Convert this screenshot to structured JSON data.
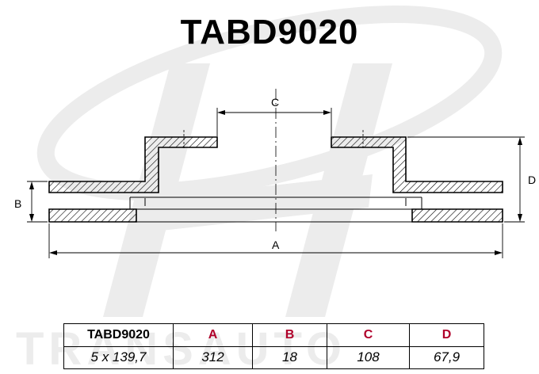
{
  "title": "TABD9020",
  "dimension_labels": {
    "a": "A",
    "b": "B",
    "c": "C",
    "d": "D"
  },
  "table": {
    "header": [
      "TABD9020",
      "A",
      "B",
      "C",
      "D"
    ],
    "values": [
      "5 x 139,7",
      "312",
      "18",
      "108",
      "67,9"
    ]
  },
  "watermark_text": "TRANSAUTO",
  "colors": {
    "header_accent": "#b0002a",
    "hatch": "#000000",
    "watermark": "#ececec"
  }
}
